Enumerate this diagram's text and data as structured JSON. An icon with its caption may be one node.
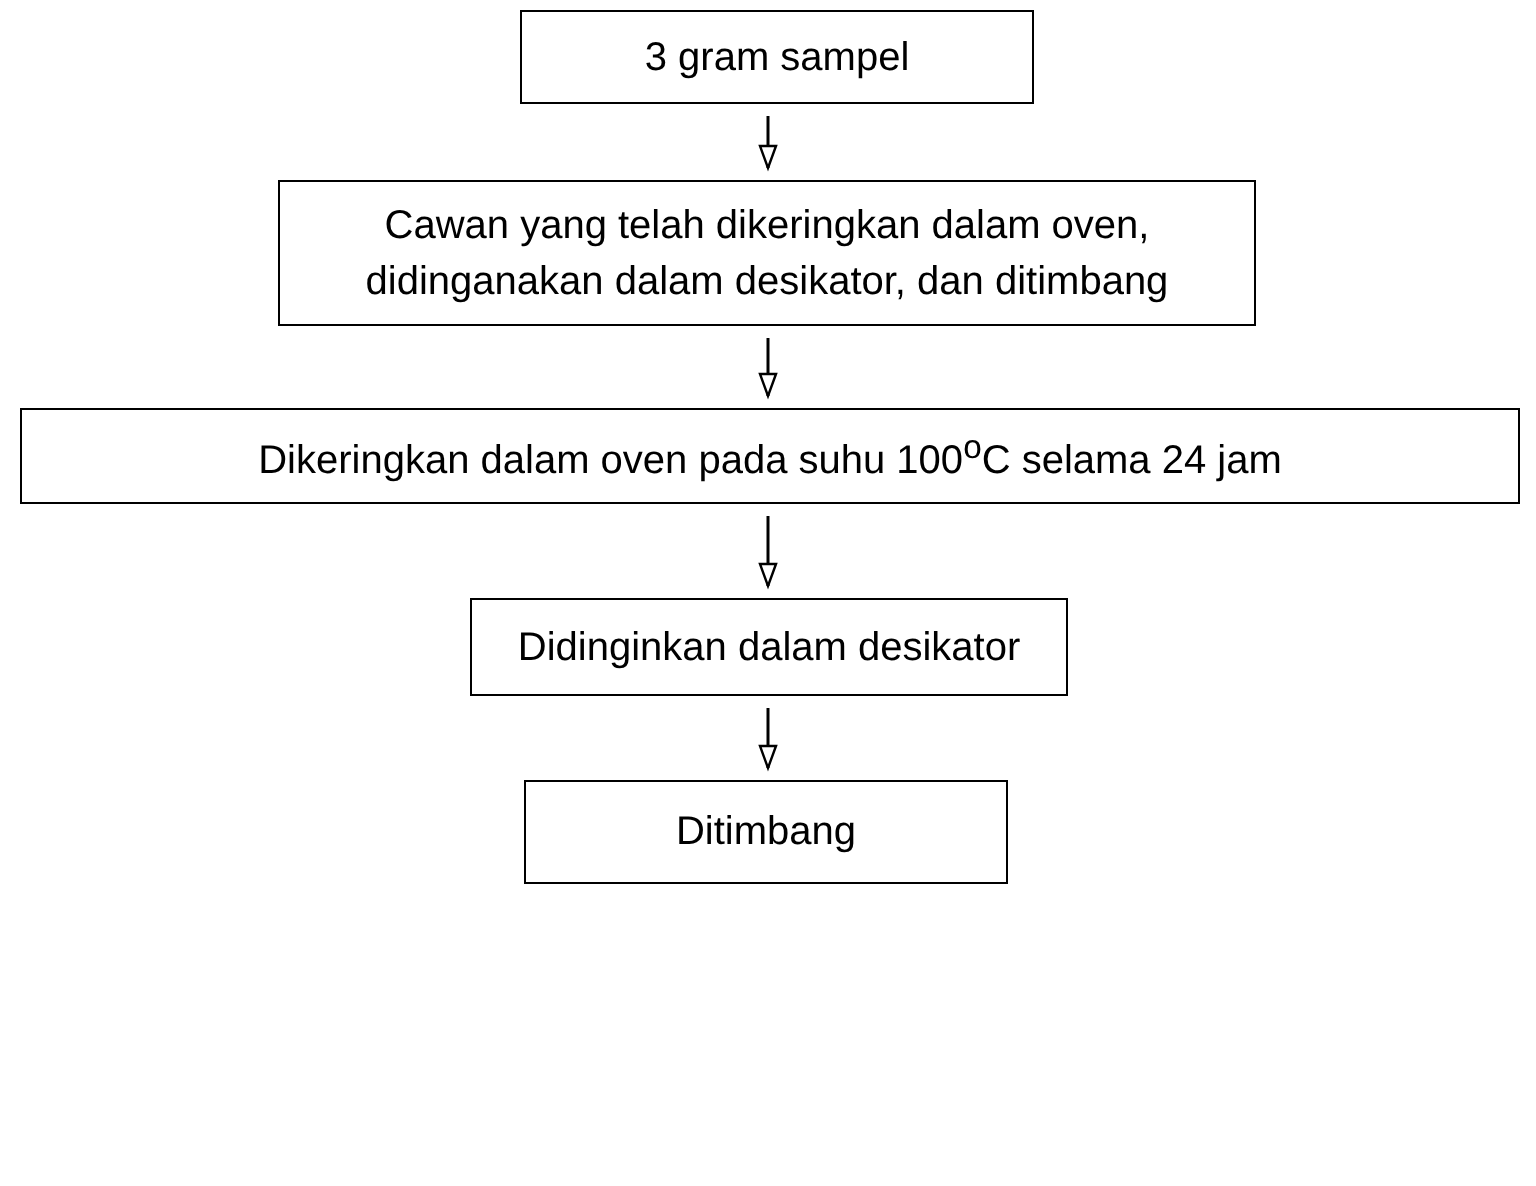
{
  "diagram": {
    "nodes": [
      {
        "text": [
          "3 gram  sampel"
        ]
      },
      {
        "text": [
          "Cawan yang telah dikeringkan dalam oven, didinganakan dalam desikator, dan ditimbang"
        ]
      },
      {
        "text": [
          "Dikeringkan dalam oven pada suhu 100$^{o}$C selama 24 jam"
        ]
      },
      {
        "text": [
          "Didinginkan dalam desikator"
        ]
      },
      {
        "text": [
          "Ditimbang"
        ]
      }
    ],
    "edges": [
      {
        "from": 0,
        "to": 1,
        "arrow": "to"
      },
      {
        "from": 1,
        "to": 2,
        "arrow": "to"
      },
      {
        "from": 2,
        "to": 3,
        "arrow": "to"
      },
      {
        "from": 3,
        "to": 4,
        "arrow": "to"
      }
    ]
  }
}
